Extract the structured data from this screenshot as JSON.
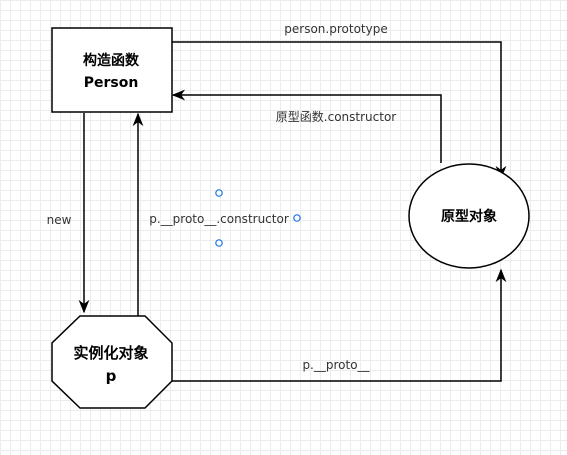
{
  "nodes": {
    "constructor": {
      "line1": "构造函数",
      "line2": "Person"
    },
    "prototype": {
      "label": "原型对象"
    },
    "instance": {
      "line1": "实例化对象",
      "line2": "p"
    }
  },
  "edges": {
    "person_prototype": "person.prototype",
    "prototype_constructor": "原型函数.constructor",
    "new": "new",
    "proto_constructor": "p.__proto__.constructor",
    "proto": "p.__proto__"
  },
  "colors": {
    "stroke": "#000000",
    "handle": "#1a73e8",
    "grid": "#ececec"
  }
}
